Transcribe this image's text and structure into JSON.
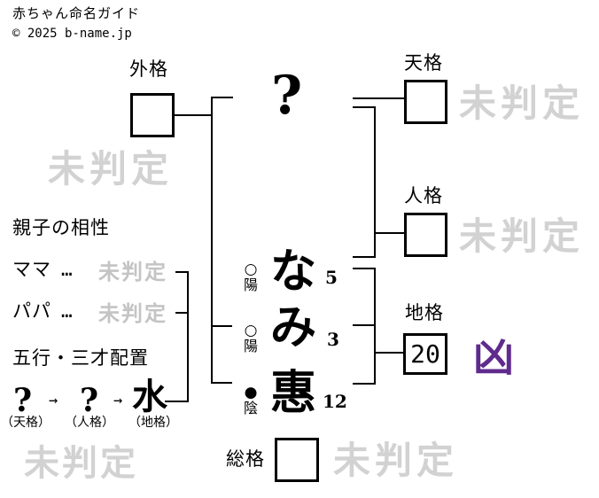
{
  "header": {
    "title": "赤ちゃん命名ガイド",
    "copyright": "© 2025 b-name.jp"
  },
  "colors": {
    "line": "#000000",
    "watermark_gray": "#d2d2d2",
    "pending_gray": "#c4c4c4",
    "kyo_purple": "#5f2b8d"
  },
  "surname": {
    "placeholder": "?"
  },
  "name_chars": [
    {
      "char": "な",
      "strokes": "5",
      "marker": "○",
      "marker_label": "陽"
    },
    {
      "char": "み",
      "strokes": "3",
      "marker": "○",
      "marker_label": "陽"
    },
    {
      "char": "惠",
      "strokes": "12",
      "marker": "●",
      "marker_label": "陰"
    }
  ],
  "kaku": {
    "gaikaku": {
      "label": "外格",
      "value": "",
      "result": "未判定"
    },
    "tenkaku": {
      "label": "天格",
      "value": "",
      "result": "未判定"
    },
    "jinkaku": {
      "label": "人格",
      "value": "",
      "result": "未判定"
    },
    "chikaku": {
      "label": "地格",
      "value": "20",
      "result": "凶"
    },
    "soukaku": {
      "label": "総格",
      "value": "",
      "result": "未判定"
    }
  },
  "overall_pending": "未判定",
  "compatibility": {
    "heading": "親子の相性",
    "rows": [
      {
        "label": "ママ",
        "dots": "…",
        "result": "未判定"
      },
      {
        "label": "パパ",
        "dots": "…",
        "result": "未判定"
      }
    ]
  },
  "gogyo": {
    "heading": "五行・三才配置",
    "arrow": "→",
    "items": [
      {
        "value": "?",
        "label": "（天格）"
      },
      {
        "value": "?",
        "label": "（人格）"
      },
      {
        "value": "水",
        "label": "（地格）"
      }
    ]
  }
}
